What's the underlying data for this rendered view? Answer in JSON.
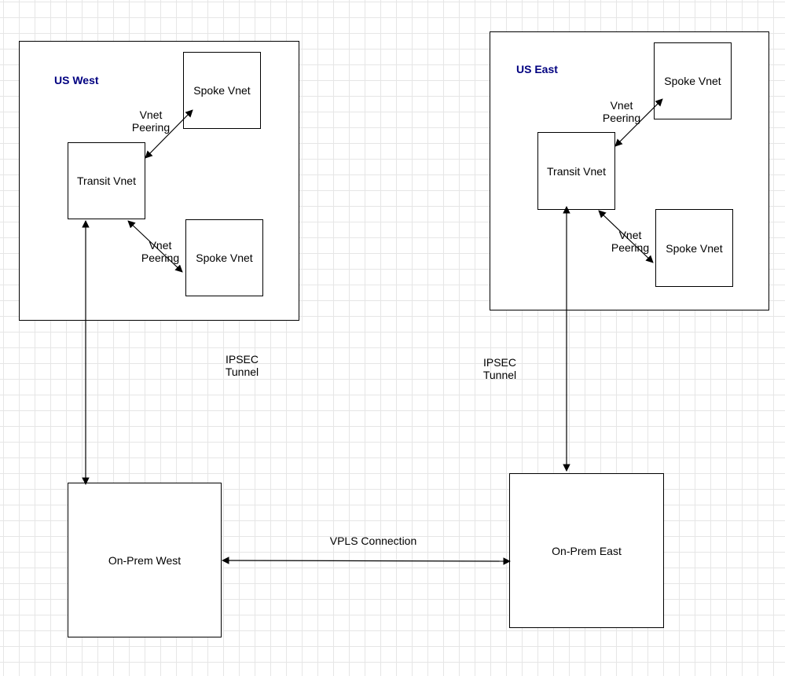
{
  "colors": {
    "region_title": "#000080",
    "stroke": "#000000",
    "grid": "#e6e6e6"
  },
  "regions": {
    "us_west": {
      "title": "US West"
    },
    "us_east": {
      "title": "US East"
    }
  },
  "nodes": {
    "west_spoke_top": "Spoke Vnet",
    "west_transit": "Transit Vnet",
    "west_spoke_bottom": "Spoke Vnet",
    "east_spoke_top": "Spoke Vnet",
    "east_transit": "Transit Vnet",
    "east_spoke_bottom": "Spoke Vnet",
    "onprem_west": "On-Prem West",
    "onprem_east": "On-Prem East"
  },
  "edge_labels": {
    "vnet_peering_line1": "Vnet",
    "vnet_peering_line2": "Peering",
    "ipsec_line1": "IPSEC",
    "ipsec_line2": "Tunnel",
    "vpls": "VPLS Connection"
  }
}
